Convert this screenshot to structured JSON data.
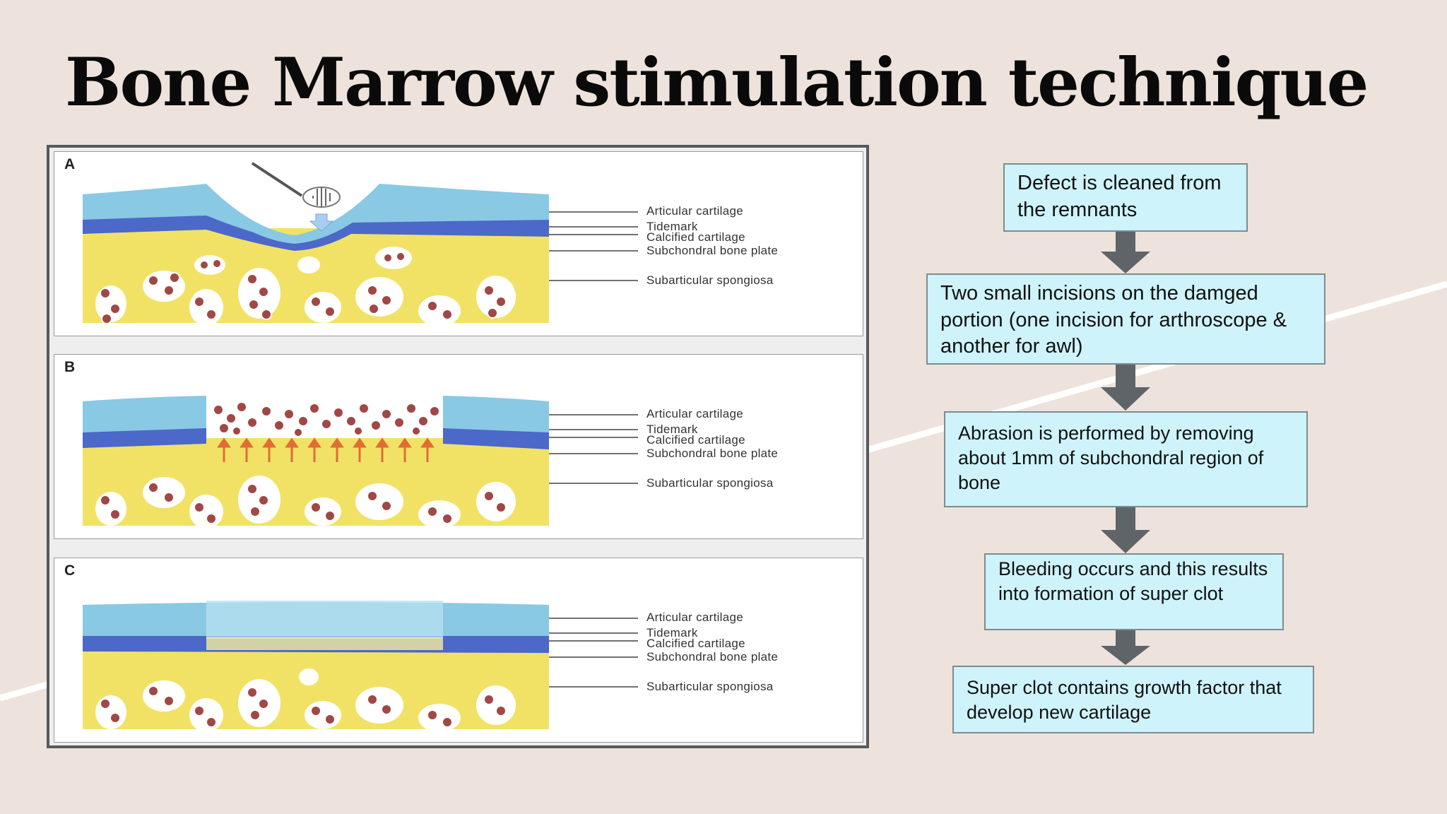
{
  "slide": {
    "title": "Bone Marrow stimulation technique",
    "colors": {
      "background": "#ede3dc",
      "box_fill": "#cef3fa",
      "box_border": "#7e8c90",
      "arrow": "#5f6469"
    }
  },
  "figure": {
    "panels": [
      {
        "label": "A"
      },
      {
        "label": "B"
      },
      {
        "label": "C"
      }
    ],
    "labels": {
      "articular": "Articular cartilage",
      "tidemark": "Tidemark",
      "calcified": "Calcified cartilage",
      "subchondral": "Subchondral bone plate",
      "spongiosa": "Subarticular spongiosa"
    },
    "colors": {
      "cartilage": "#89c9e4",
      "tidemark": "#4c68c9",
      "bone": "#f1e266",
      "marrow_cell": "#a04846"
    }
  },
  "flowchart": {
    "steps": [
      {
        "text": "Defect is cleaned from the remnants"
      },
      {
        "text": "Two small incisions on the damged portion (one incision for arthroscope & another for awl)"
      },
      {
        "text": "Abrasion is performed by removing about 1mm of subchondral region of bone"
      },
      {
        "text": "Bleeding occurs and this results into formation of super clot"
      },
      {
        "text": "Super clot contains growth factor that develop new cartilage"
      }
    ]
  }
}
